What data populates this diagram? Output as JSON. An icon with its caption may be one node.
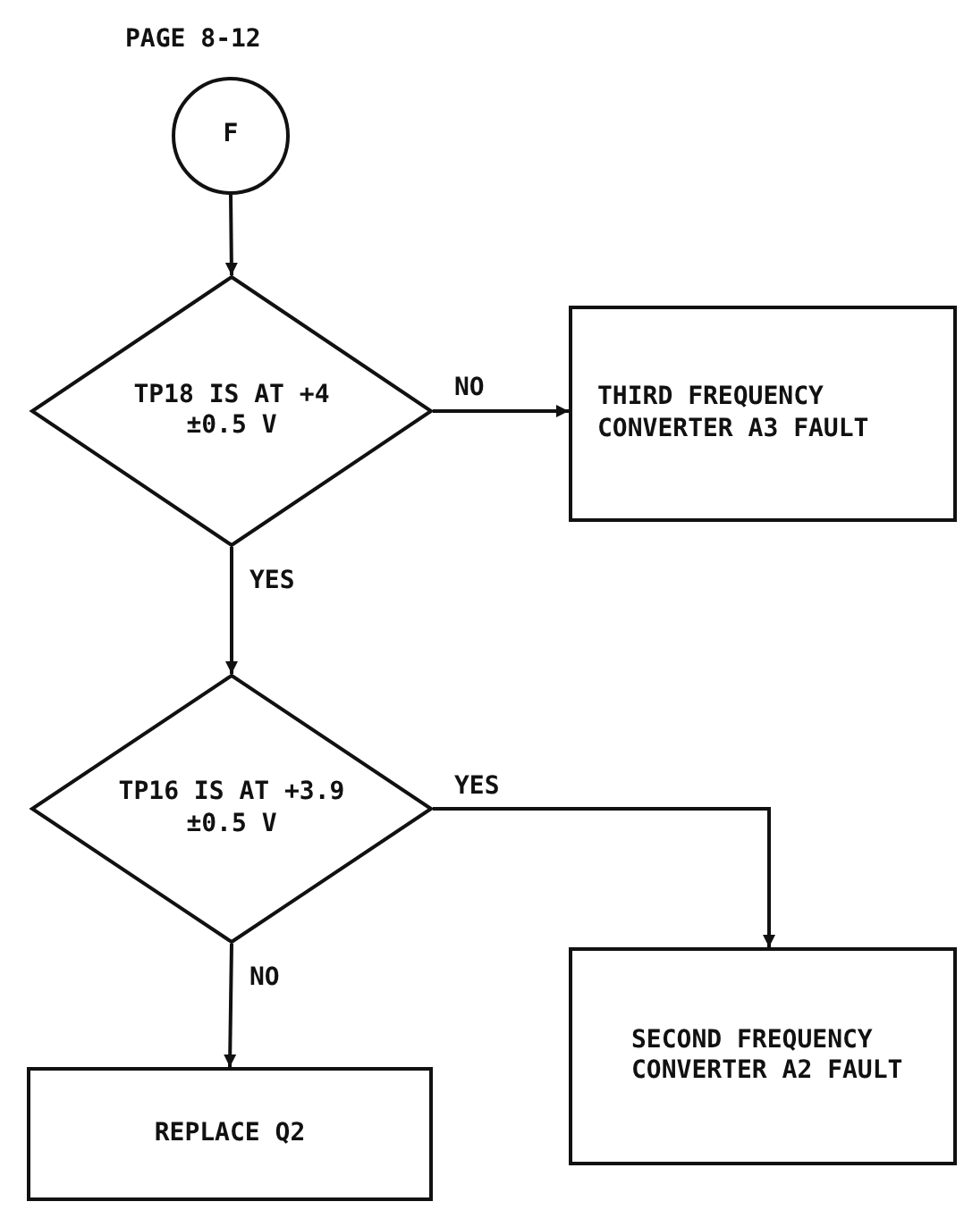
{
  "diagram": {
    "nodes": [
      {
        "text": [
          "F"
        ],
        "beside": [
          "PAGE 8-12"
        ]
      },
      {
        "text": [
          "TP18 IS AT +4 ±0.5 V"
        ]
      },
      {
        "text": [
          "THIRD FREQUENCY CONVERTER A3 FAULT"
        ]
      },
      {
        "text": [
          "TP16 IS AT +3.9 ±0.5 V"
        ]
      },
      {
        "text": [
          "SECOND FREQUENCY CONVERTER A2 FAULT"
        ]
      },
      {
        "text": [
          "REPLACE Q2"
        ]
      }
    ],
    "edges": [
      {
        "from": 0,
        "to": 1,
        "arrow": "to"
      },
      {
        "from": 1,
        "to": 2,
        "arrow": "to",
        "label": "NO"
      },
      {
        "from": 1,
        "to": 3,
        "arrow": "to",
        "label": "YES"
      },
      {
        "from": 3,
        "to": 4,
        "arrow": "to",
        "label": "YES"
      },
      {
        "from": 3,
        "to": 5,
        "arrow": "to",
        "label": "NO"
      }
    ]
  }
}
